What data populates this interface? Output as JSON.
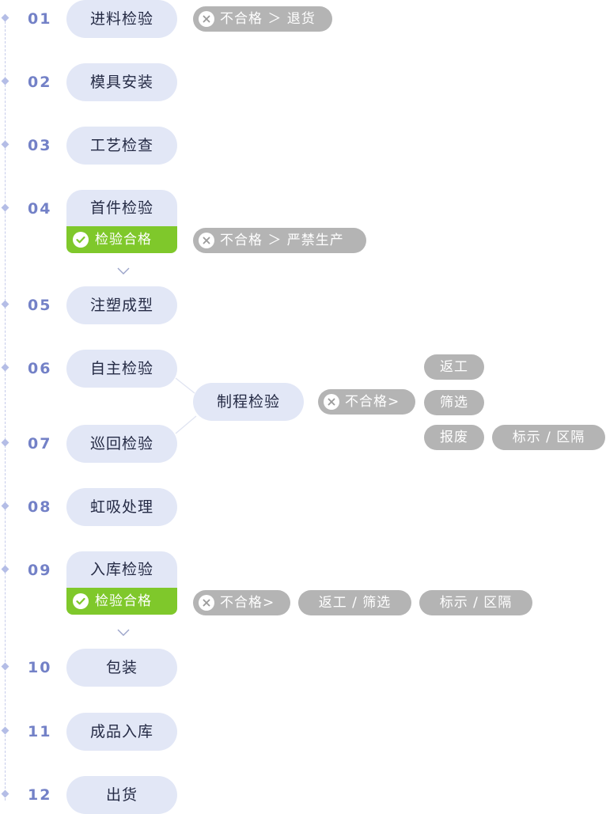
{
  "steps": [
    {
      "num": "01",
      "label": "进料检验"
    },
    {
      "num": "02",
      "label": "模具安装"
    },
    {
      "num": "03",
      "label": "工艺检查"
    },
    {
      "num": "04",
      "label": "首件检验"
    },
    {
      "num": "05",
      "label": "注塑成型"
    },
    {
      "num": "06",
      "label": "自主检验"
    },
    {
      "num": "07",
      "label": "巡回检验"
    },
    {
      "num": "08",
      "label": "虹吸处理"
    },
    {
      "num": "09",
      "label": "入库检验"
    },
    {
      "num": "10",
      "label": "包装"
    },
    {
      "num": "11",
      "label": "成品入库"
    },
    {
      "num": "12",
      "label": "出货"
    }
  ],
  "pass_label": "检验合格",
  "fail": {
    "s01": "不合格 ＞ 退货",
    "s04": "不合格 ＞ 严禁生产",
    "s06": "不合格>",
    "s09": "不合格>"
  },
  "branch_label": "制程检验",
  "actions_06": [
    "返工",
    "筛选",
    "报废",
    "标示 / 区隔"
  ],
  "actions_09": [
    "返工 / 筛选",
    "标示 / 区隔"
  ],
  "colors": {
    "step_bg": "#e2e7f6",
    "number": "#7381c7",
    "pass": "#7fc82b",
    "fail": "#b4b4b4"
  },
  "icons": {
    "pass": "check-circle-icon",
    "fail": "x-circle-icon",
    "arrow": "chevron-down-icon",
    "bullet": "diamond-icon"
  }
}
